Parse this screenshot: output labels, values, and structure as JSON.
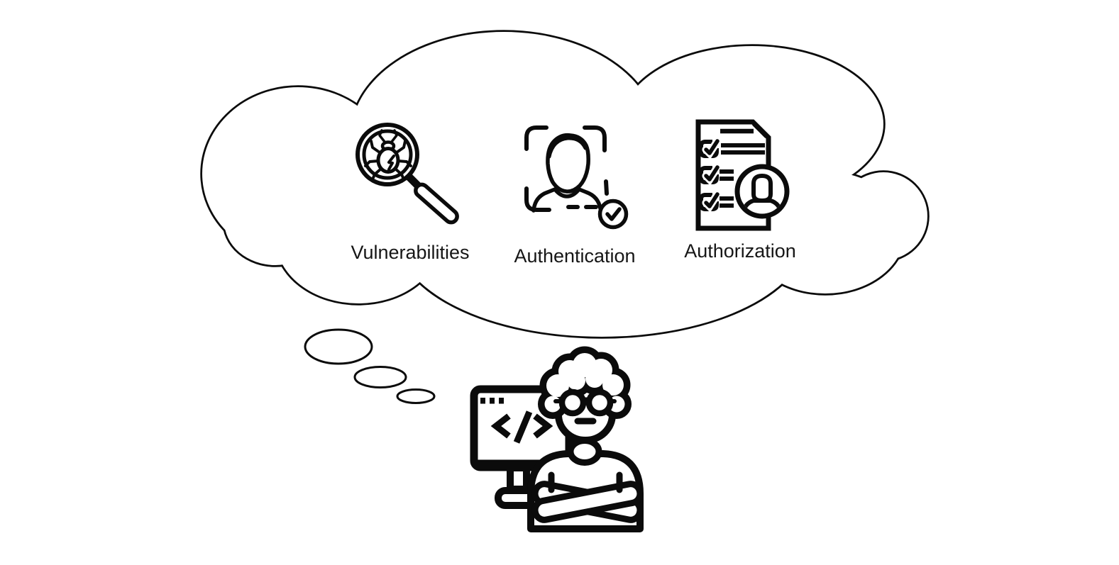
{
  "scene": {
    "background": "#ffffff",
    "stroke_color": "#0b0b0b",
    "text_color": "#161616"
  },
  "thought_cloud": {
    "items": [
      {
        "label": "Vulnerabilities",
        "icon": "bug-magnifier-icon"
      },
      {
        "label": "Authentication",
        "icon": "face-id-check-icon"
      },
      {
        "label": "Authorization",
        "icon": "checklist-user-icon"
      }
    ]
  },
  "thinker": {
    "icon": "developer-with-monitor-icon",
    "monitor_code_glyph": "</>"
  }
}
